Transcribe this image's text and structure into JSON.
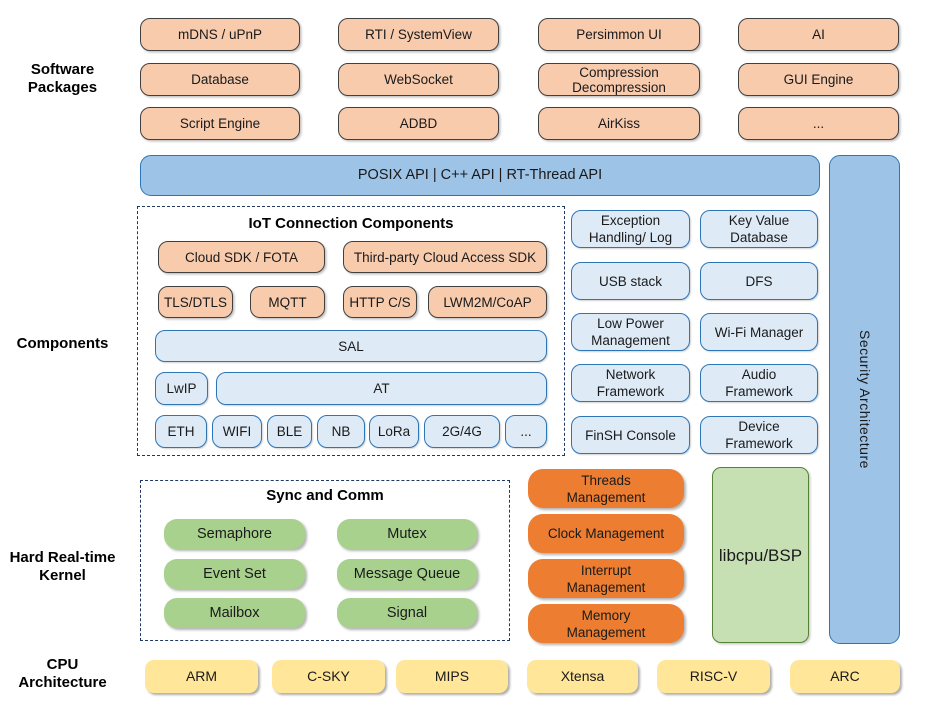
{
  "section_labels": {
    "software_packages": "Software\nPackages",
    "components": "Components",
    "kernel": "Hard Real-time\nKernel",
    "cpu": "CPU\nArchitecture"
  },
  "software_packages": {
    "items": [
      "mDNS / uPnP",
      "RTI / SystemView",
      "Persimmon UI",
      "AI",
      "Database",
      "WebSocket",
      "Compression\nDecompression",
      "GUI Engine",
      "Script Engine",
      "ADBD",
      "AirKiss",
      "..."
    ]
  },
  "api_bar": {
    "label": "POSIX API | C++ API | RT-Thread API"
  },
  "security_bar": {
    "label": "Security Architecture"
  },
  "iot": {
    "title": "IoT Connection Components",
    "row1": [
      "Cloud SDK / FOTA",
      "Third-party Cloud Access SDK"
    ],
    "row2": [
      "TLS/DTLS",
      "MQTT",
      "HTTP C/S",
      "LWM2M/CoAP"
    ],
    "sal": "SAL",
    "lwip": "LwIP",
    "at": "AT",
    "links": [
      "ETH",
      "WIFI",
      "BLE",
      "NB",
      "LoRa",
      "2G/4G",
      "..."
    ]
  },
  "component_boxes": [
    "Exception\nHandling/ Log",
    "Key Value\nDatabase",
    "USB stack",
    "DFS",
    "Low Power\nManagement",
    "Wi-Fi Manager",
    "Network\nFramework",
    "Audio\nFramework",
    "FinSH Console",
    "Device\nFramework"
  ],
  "kernel": {
    "sync_title": "Sync and Comm",
    "sync_items": [
      "Semaphore",
      "Mutex",
      "Event Set",
      "Message Queue",
      "Mailbox",
      "Signal"
    ],
    "mgmt_items": [
      "Threads\nManagement",
      "Clock Management",
      "Interrupt\nManagement",
      "Memory\nManagement"
    ],
    "libcpu": "libcpu/BSP"
  },
  "cpu_archs": [
    "ARM",
    "C-SKY",
    "MIPS",
    "Xtensa",
    "RISC-V",
    "ARC"
  ],
  "colors": {
    "package_fill": "#F8CBAD",
    "package_border": "#404040",
    "api_fill": "#9DC3E6",
    "api_border": "#2E75B6",
    "component_fill": "#DEEBF7",
    "component_border": "#2E75B6",
    "panel_dash": "#1F3864",
    "sync_fill": "#A9D18E",
    "management_fill": "#ED7D31",
    "libcpu_fill": "#C6E0B4",
    "libcpu_border": "#548235",
    "cpu_fill": "#FFE699"
  }
}
